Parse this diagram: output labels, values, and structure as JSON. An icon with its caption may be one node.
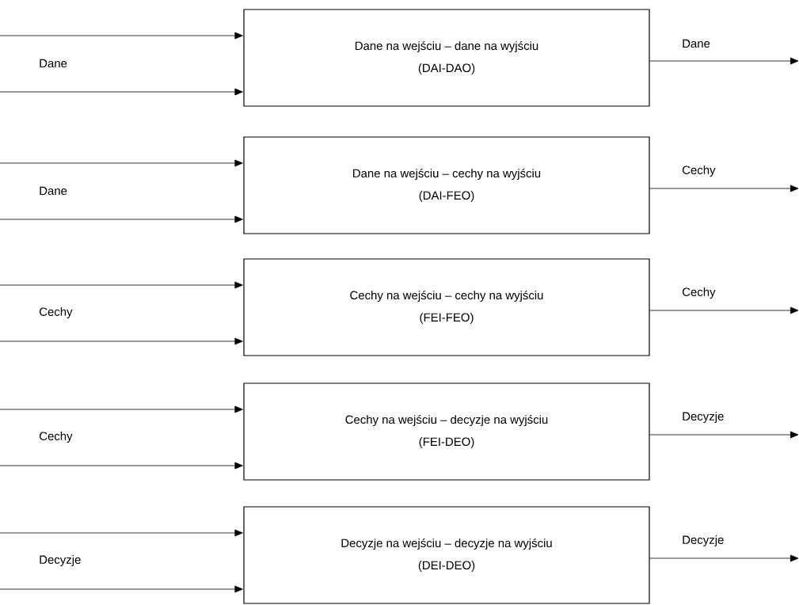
{
  "diagram": {
    "nodes": [
      {
        "text": [
          "Dane na wejściu – dane na wyjściu",
          "(DAI-DAO)"
        ]
      },
      {
        "text": [
          "Dane na wejściu – cechy na wyjściu",
          "(DAI-FEO)"
        ]
      },
      {
        "text": [
          "Cechy na wejściu – cechy na wyjściu",
          "(FEI-FEO)"
        ]
      },
      {
        "text": [
          "Cechy na wejściu – decyzje na wyjściu",
          "(FEI-DEO)"
        ]
      },
      {
        "text": [
          "Decyzje na wejściu – decyzje na wyjściu",
          "(DEI-DEO)"
        ]
      }
    ],
    "edges": [
      {
        "from": null,
        "to": 0,
        "arrow": "to"
      },
      {
        "from": null,
        "to": 0,
        "arrow": "to"
      },
      {
        "from": 0,
        "to": null,
        "arrow": "to",
        "label": "Dane"
      },
      {
        "from": null,
        "to": 1,
        "arrow": "to"
      },
      {
        "from": null,
        "to": 1,
        "arrow": "to"
      },
      {
        "from": 1,
        "to": null,
        "arrow": "to",
        "label": "Cechy"
      },
      {
        "from": null,
        "to": 2,
        "arrow": "to"
      },
      {
        "from": null,
        "to": 2,
        "arrow": "to"
      },
      {
        "from": 2,
        "to": null,
        "arrow": "to",
        "label": "Cechy"
      },
      {
        "from": null,
        "to": 3,
        "arrow": "to"
      },
      {
        "from": null,
        "to": 3,
        "arrow": "to"
      },
      {
        "from": 3,
        "to": null,
        "arrow": "to",
        "label": "Decyzje"
      },
      {
        "from": null,
        "to": 4,
        "arrow": "to"
      },
      {
        "from": null,
        "to": 4,
        "arrow": "to"
      },
      {
        "from": 4,
        "to": null,
        "arrow": "to",
        "label": "Decyzje"
      }
    ],
    "labels": [
      "Dane",
      "Dane",
      "Cechy",
      "Cechy",
      "Decyzje"
    ]
  }
}
